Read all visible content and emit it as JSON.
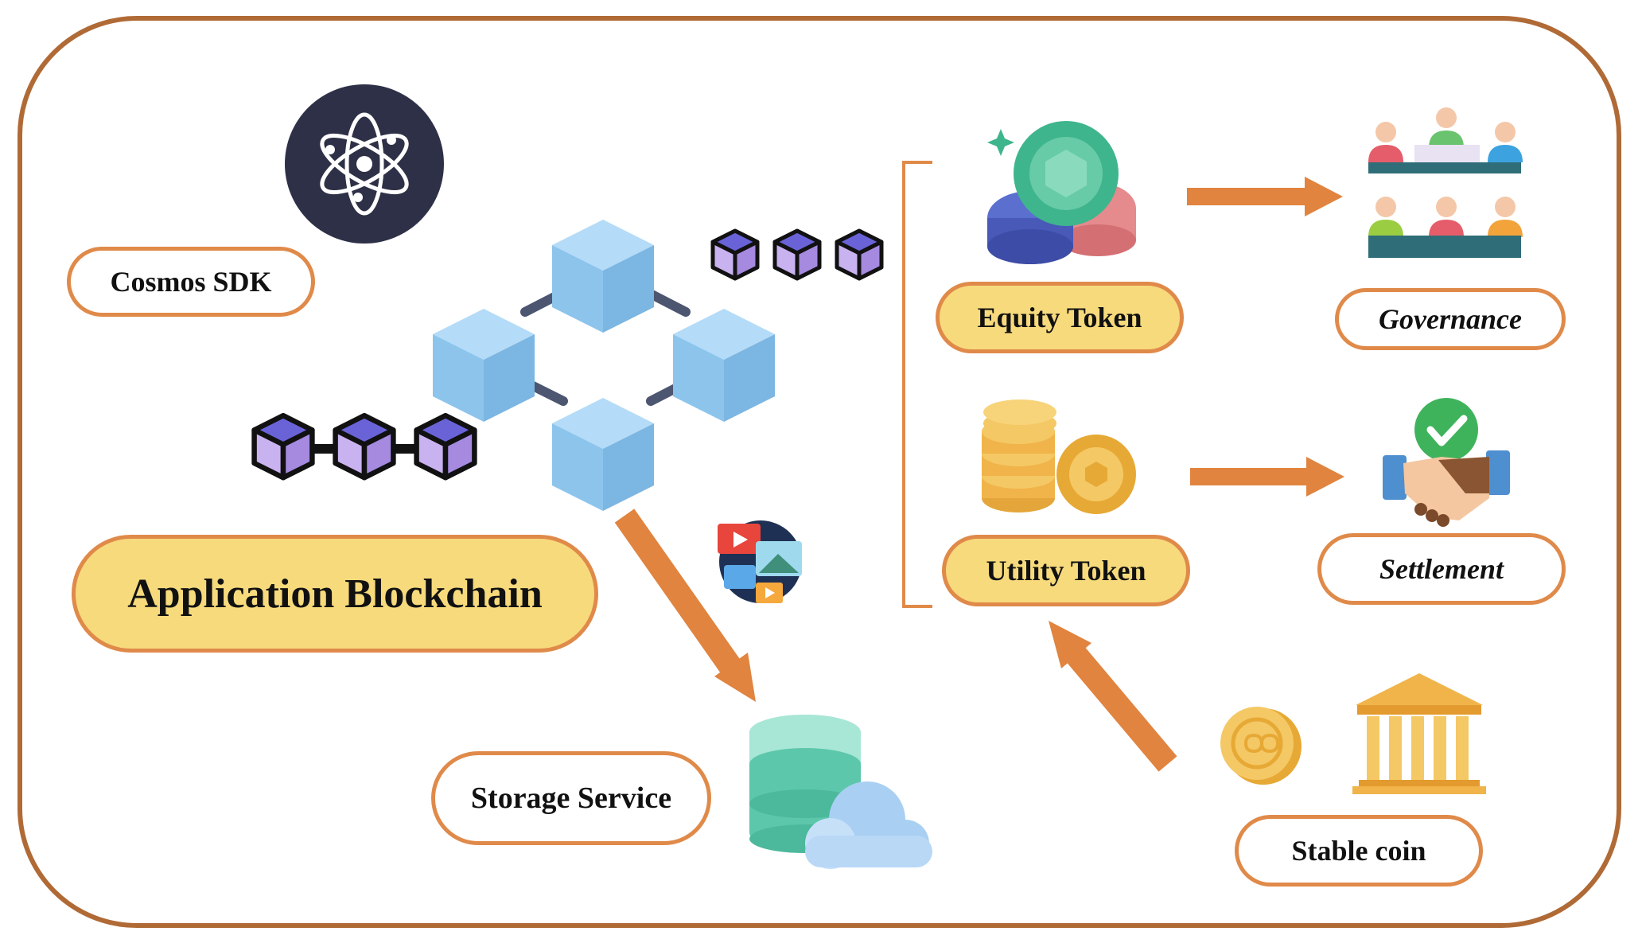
{
  "labels": {
    "cosmos_sdk": "Cosmos SDK",
    "application_blockchain": "Application Blockchain",
    "storage_service": "Storage Service",
    "equity_token": "Equity Token",
    "utility_token": "Utility Token",
    "governance": "Governance",
    "settlement": "Settlement",
    "stable_coin": "Stable coin"
  },
  "icons": {
    "cosmos": "cosmos-atom-icon",
    "blockchain": "blockchain-cubes-icon",
    "chain_links": "chain-links-icon",
    "media": "media-files-icon",
    "storage": "database-cloud-icon",
    "equity": "token-stack-icon",
    "utility": "gold-coins-icon",
    "governance": "people-assembly-icon",
    "settlement": "handshake-check-icon",
    "stable_coin": "coin-icon",
    "bank": "bank-building-icon"
  },
  "colors": {
    "frame": "#b06a36",
    "pill_border": "#e08a4a",
    "pill_fill_highlight": "#f7da7c",
    "arrow": "#e0843f",
    "cube": "#8cc4ec",
    "cosmos_bg": "#2e3047"
  }
}
